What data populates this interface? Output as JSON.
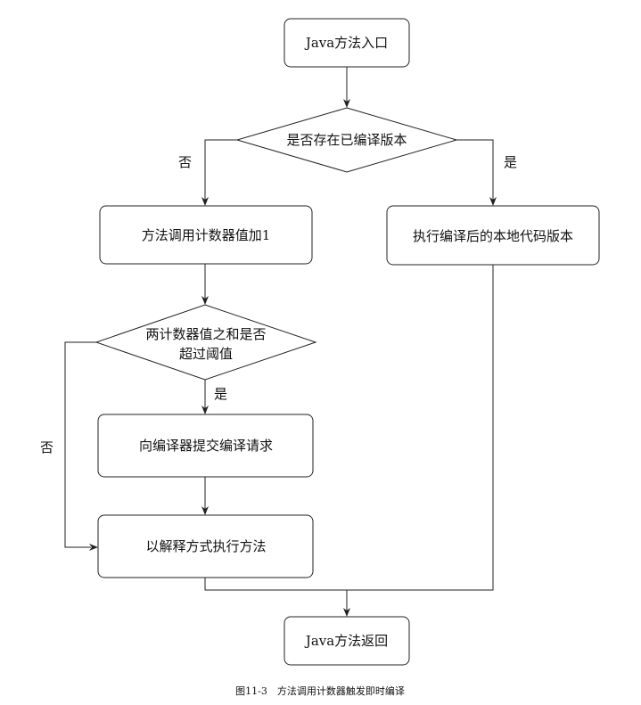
{
  "nodes": {
    "entry": "Java方法入口",
    "decision_compiled": "是否存在已编译版本",
    "increment_counter": "方法调用计数器值加1",
    "execute_native": "执行编译后的本地代码版本",
    "decision_threshold_line1": "两计数器值之和是否",
    "decision_threshold_line2": "超过阈值",
    "submit_request": "向编译器提交编译请求",
    "interpret": "以解释方式执行方法",
    "return": "Java方法返回"
  },
  "edge_labels": {
    "compiled_no": "否",
    "compiled_yes": "是",
    "threshold_yes": "是",
    "threshold_no": "否"
  },
  "caption": "图11-3　方法调用计数器触发即时编译"
}
